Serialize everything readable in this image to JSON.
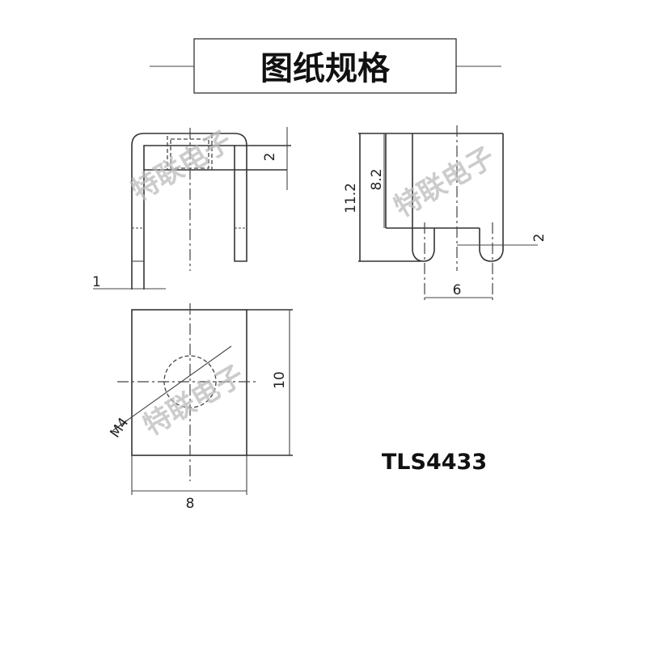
{
  "title": "图纸规格",
  "model": "TLS4433",
  "watermark": "特联电子",
  "front_view": {
    "dim_top_plate": "2",
    "dim_thickness": "1"
  },
  "side_view": {
    "dim_total_height": "11.2",
    "dim_inner_height": "8.2",
    "dim_slot_width": "2",
    "dim_slot_pitch": "6"
  },
  "bottom_view": {
    "dim_height": "10",
    "dim_width": "8",
    "thread_label": "M4"
  }
}
